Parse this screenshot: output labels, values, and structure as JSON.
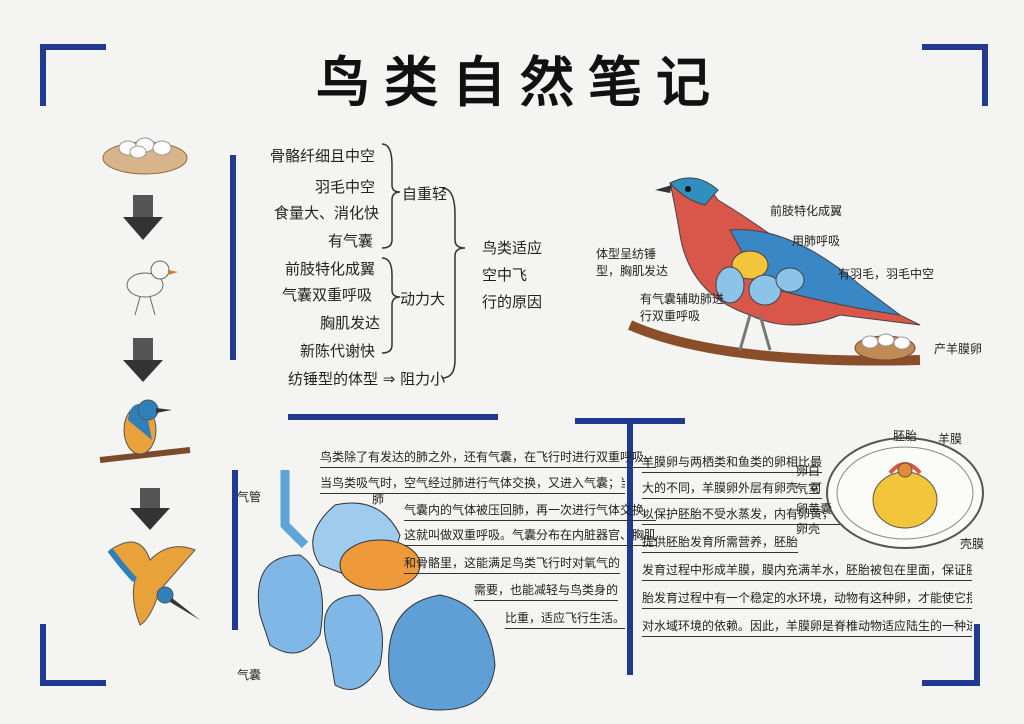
{
  "title": "鸟类自然笔记",
  "reasons": {
    "items": [
      "骨骼纤细且中空",
      "羽毛中空",
      "食量大、消化快",
      "有气囊",
      "前肢特化成翼",
      "气囊双重呼吸",
      "胸肌发达",
      "新陈代谢快",
      "纺锤型的体型 ⇒ 阻力小"
    ],
    "group_light": "自重轻",
    "group_power": "动力大",
    "conclusion": [
      "鸟类适应",
      "空中飞",
      "行的原因"
    ]
  },
  "bird_diagram": {
    "labels": [
      "前肢特化成翼",
      "用肺呼吸",
      "有羽毛，羽毛中空",
      "体型呈纺锤型，胸肌发达",
      "有气囊辅助肺进行双重呼吸",
      "产羊膜卵"
    ]
  },
  "lung_section": {
    "labels": [
      "气管",
      "肺",
      "气囊"
    ],
    "text": [
      "鸟类除了有发达的肺之外，还有气囊，在飞行时进行双重呼吸。",
      "当鸟类吸气时，空气经过肺进行气体交换，又进入气囊；当鸟类呼气时，",
      "气囊内的气体被压回肺，再一次进行气体交换。",
      "这就叫做双重呼吸。气囊分布在内脏器官、胸肌",
      "和骨骼里，这能满足鸟类飞行时对氧气的",
      "需要，也能减轻与鸟类身的",
      "比重，适应飞行生活。"
    ]
  },
  "egg_section": {
    "text": [
      "羊膜卵与两栖类和鱼类的卵相比最",
      "大的不同，羊膜卵外层有卵壳，可",
      "以保护胚胎不受水蒸发，内有卵黄，可",
      "提供胚胎发育所需营养，胚胎",
      "发育过程中形成羊膜，膜内充满羊水，胚胎被包在里面，保证胚",
      "胎发育过程中有一个稳定的水环境，动物有这种卵，才能使它摆脱",
      "对水域环境的依赖。因此，羊膜卵是脊椎动物适应陆生的一种进化。"
    ],
    "labels": [
      "胚胎",
      "羊膜",
      "卵白",
      "气室",
      "卵黄囊",
      "卵壳",
      "壳膜"
    ]
  },
  "colors": {
    "accent": "#1f3a8f"
  }
}
